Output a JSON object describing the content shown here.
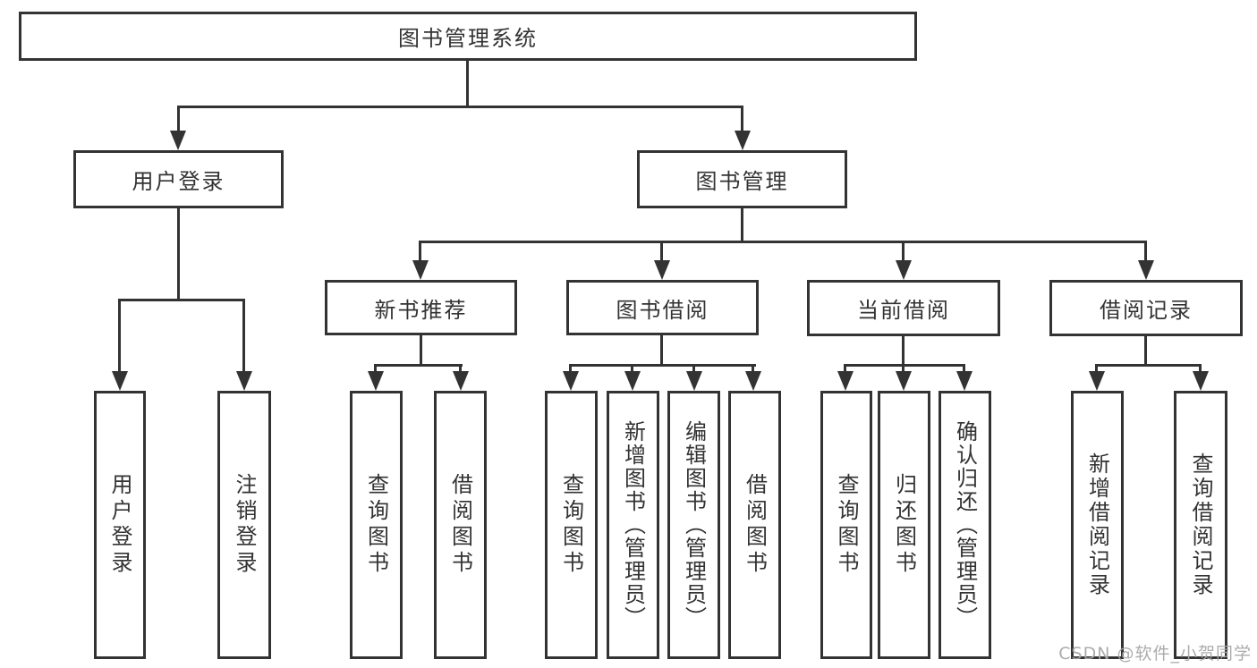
{
  "diagram": {
    "title": "图书管理系统",
    "watermark": "CSDN @软件_小贺同学",
    "colors": {
      "line": "#333333",
      "text": "#333333",
      "box_background": "#ffffff",
      "page_background": "#ffffff",
      "watermark": "#a8a8a8"
    },
    "nodes": {
      "root": {
        "label": "图书管理系统"
      },
      "user_login": {
        "label": "用户登录"
      },
      "book_mgmt": {
        "label": "图书管理"
      },
      "login": {
        "label": "用户登录"
      },
      "logout": {
        "label": "注销登录"
      },
      "new_book_rec": {
        "label": "新书推荐"
      },
      "book_borrow": {
        "label": "图书借阅"
      },
      "current_borrow": {
        "label": "当前借阅"
      },
      "borrow_record": {
        "label": "借阅记录"
      },
      "rec_query": {
        "label": "查询图书"
      },
      "rec_borrow": {
        "label": "借阅图书"
      },
      "bb_query": {
        "label": "查询图书"
      },
      "bb_add": {
        "label": "新增图书（管理员）"
      },
      "bb_edit": {
        "label": "编辑图书（管理员）"
      },
      "bb_borrow": {
        "label": "借阅图书"
      },
      "cb_query": {
        "label": "查询图书"
      },
      "cb_return": {
        "label": "归还图书"
      },
      "cb_confirm": {
        "label": "确认归还（管理员）"
      },
      "br_add": {
        "label": "新增借阅记录"
      },
      "br_query": {
        "label": "查询借阅记录"
      }
    },
    "hierarchy": {
      "root": [
        "user_login",
        "book_mgmt"
      ],
      "user_login": [
        "login",
        "logout"
      ],
      "book_mgmt": [
        "new_book_rec",
        "book_borrow",
        "current_borrow",
        "borrow_record"
      ],
      "new_book_rec": [
        "rec_query",
        "rec_borrow"
      ],
      "book_borrow": [
        "bb_query",
        "bb_add",
        "bb_edit",
        "bb_borrow"
      ],
      "current_borrow": [
        "cb_query",
        "cb_return",
        "cb_confirm"
      ],
      "borrow_record": [
        "br_add",
        "br_query"
      ]
    }
  }
}
